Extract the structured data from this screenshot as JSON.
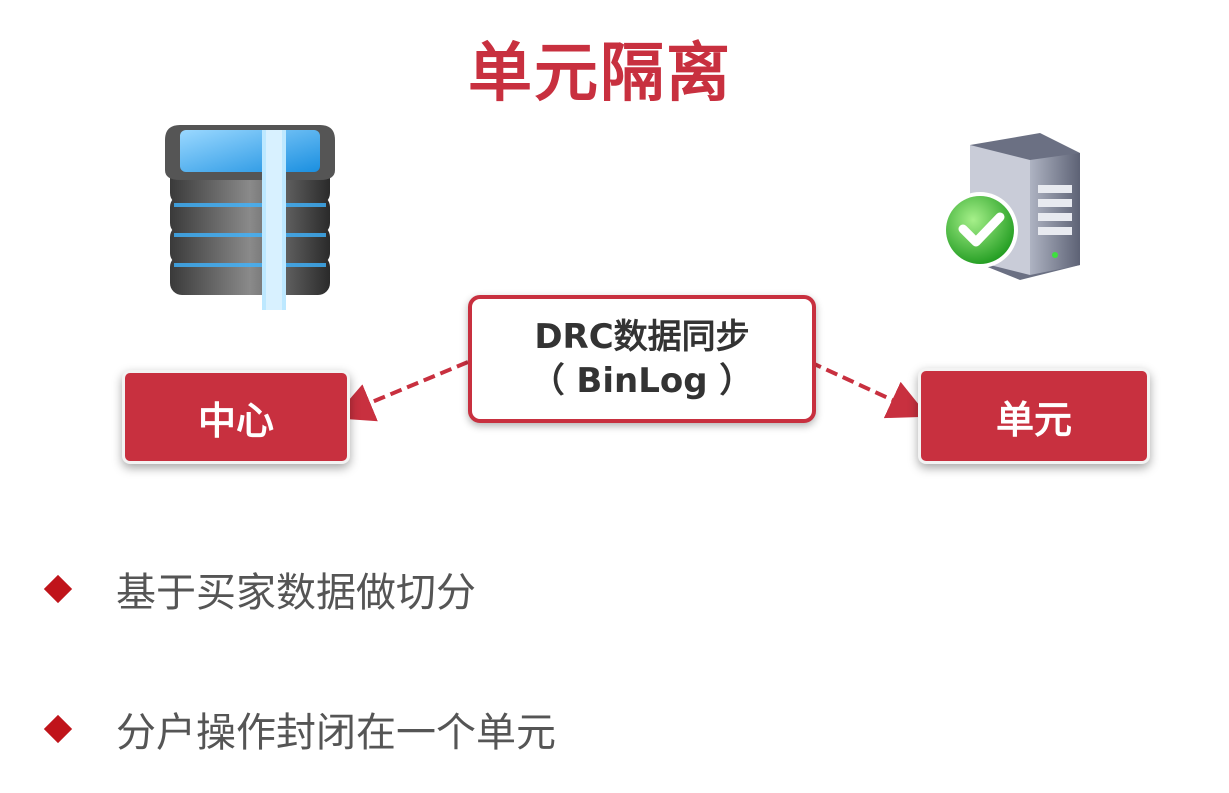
{
  "title": "单元隔离",
  "nodes": {
    "center_label": "中心",
    "unit_label": "单元"
  },
  "sync": {
    "line1": "DRC数据同步",
    "line2": "（ BinLog ）"
  },
  "bullets": [
    "基于买家数据做切分",
    "分户操作封闭在一个单元"
  ],
  "colors": {
    "accent": "#c8303f",
    "bullet": "#c0141a",
    "text": "#555555"
  },
  "icons": {
    "left": "database-icon",
    "right": "server-check-icon"
  }
}
